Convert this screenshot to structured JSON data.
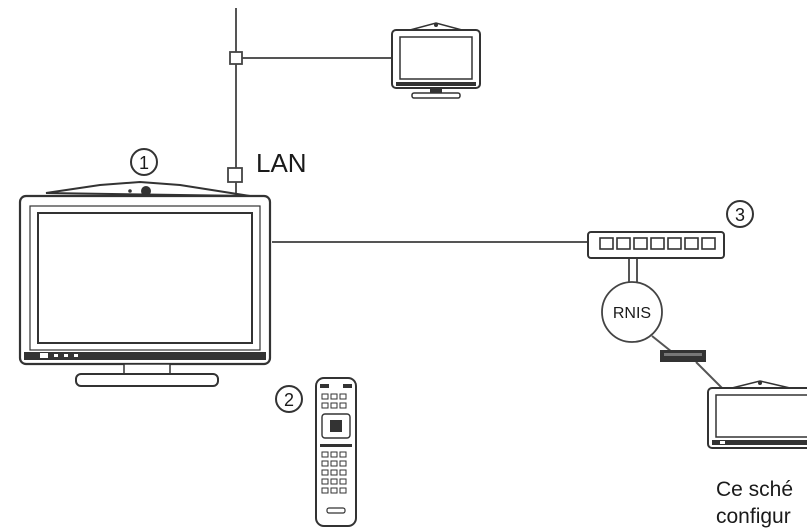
{
  "labels": {
    "lan": "LAN",
    "rnis": "RNIS",
    "callout_1": "1",
    "callout_2": "2",
    "callout_3": "3",
    "caption_line1": "Ce sché",
    "caption_line2": "configur"
  }
}
